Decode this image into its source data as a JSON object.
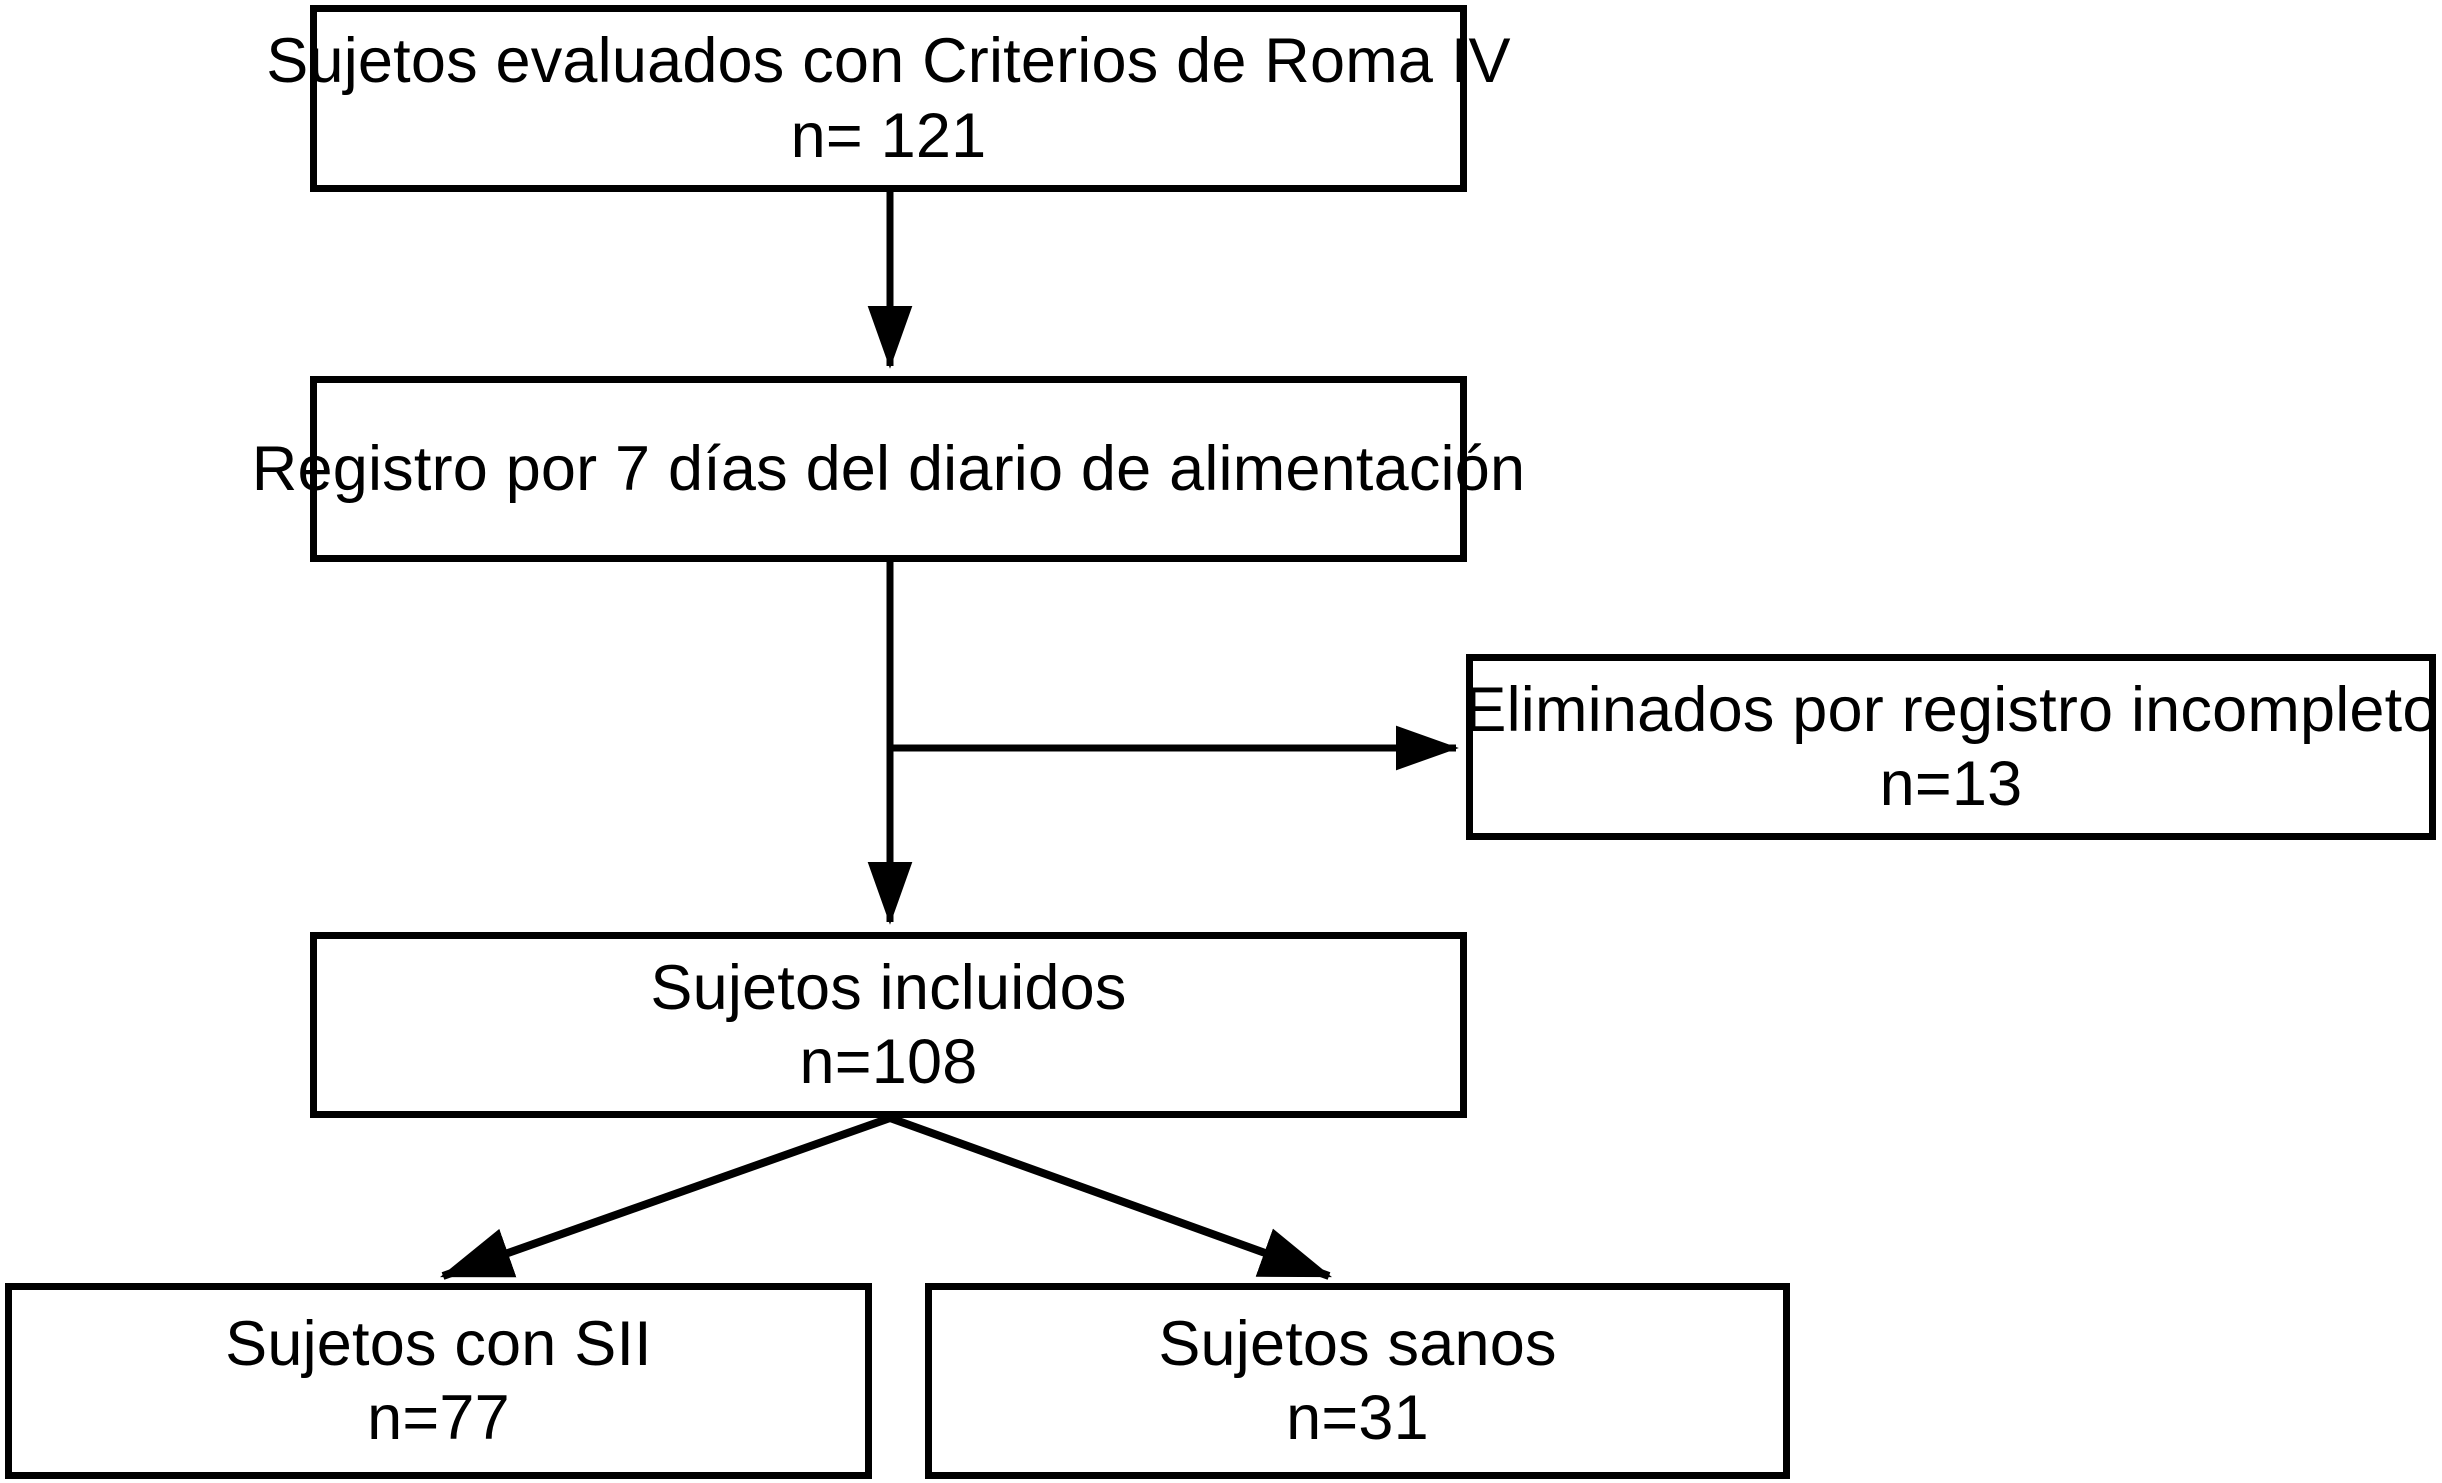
{
  "diagram": {
    "title": "Diagrama de flujo de seleccion de sujetos",
    "type": "flowchart",
    "language": "es",
    "line_color": "#000000",
    "box_fill": "#ffffff",
    "text_color": "#000000",
    "nodes": [
      {
        "id": "evaluados",
        "line1": "Sujetos evaluados con Criterios de Roma IV",
        "line2": "n= 121",
        "n": 121
      },
      {
        "id": "registro",
        "line1": "Registro por 7 días del diario de alimentación",
        "line2": "",
        "n": null
      },
      {
        "id": "eliminados",
        "line1": "Eliminados por registro incompleto",
        "line2": "n=13",
        "n": 13
      },
      {
        "id": "incluidos",
        "line1": "Sujetos incluidos",
        "line2": "n=108",
        "n": 108
      },
      {
        "id": "sii",
        "line1": "Sujetos con SII",
        "line2": "n=77",
        "n": 77
      },
      {
        "id": "sanos",
        "line1": "Sujetos sanos",
        "line2": "n=31",
        "n": 31
      }
    ],
    "edges": [
      {
        "id": "evaluados-to-registro",
        "from": "evaluados",
        "to": "registro",
        "label": ""
      },
      {
        "id": "registro-to-eliminados",
        "from": "registro",
        "to": "eliminados",
        "label": ""
      },
      {
        "id": "registro-to-incluidos",
        "from": "registro",
        "to": "incluidos",
        "label": ""
      },
      {
        "id": "incluidos-to-sii",
        "from": "incluidos",
        "to": "sii",
        "label": ""
      },
      {
        "id": "incluidos-to-sanos",
        "from": "incluidos",
        "to": "sanos",
        "label": ""
      }
    ]
  }
}
